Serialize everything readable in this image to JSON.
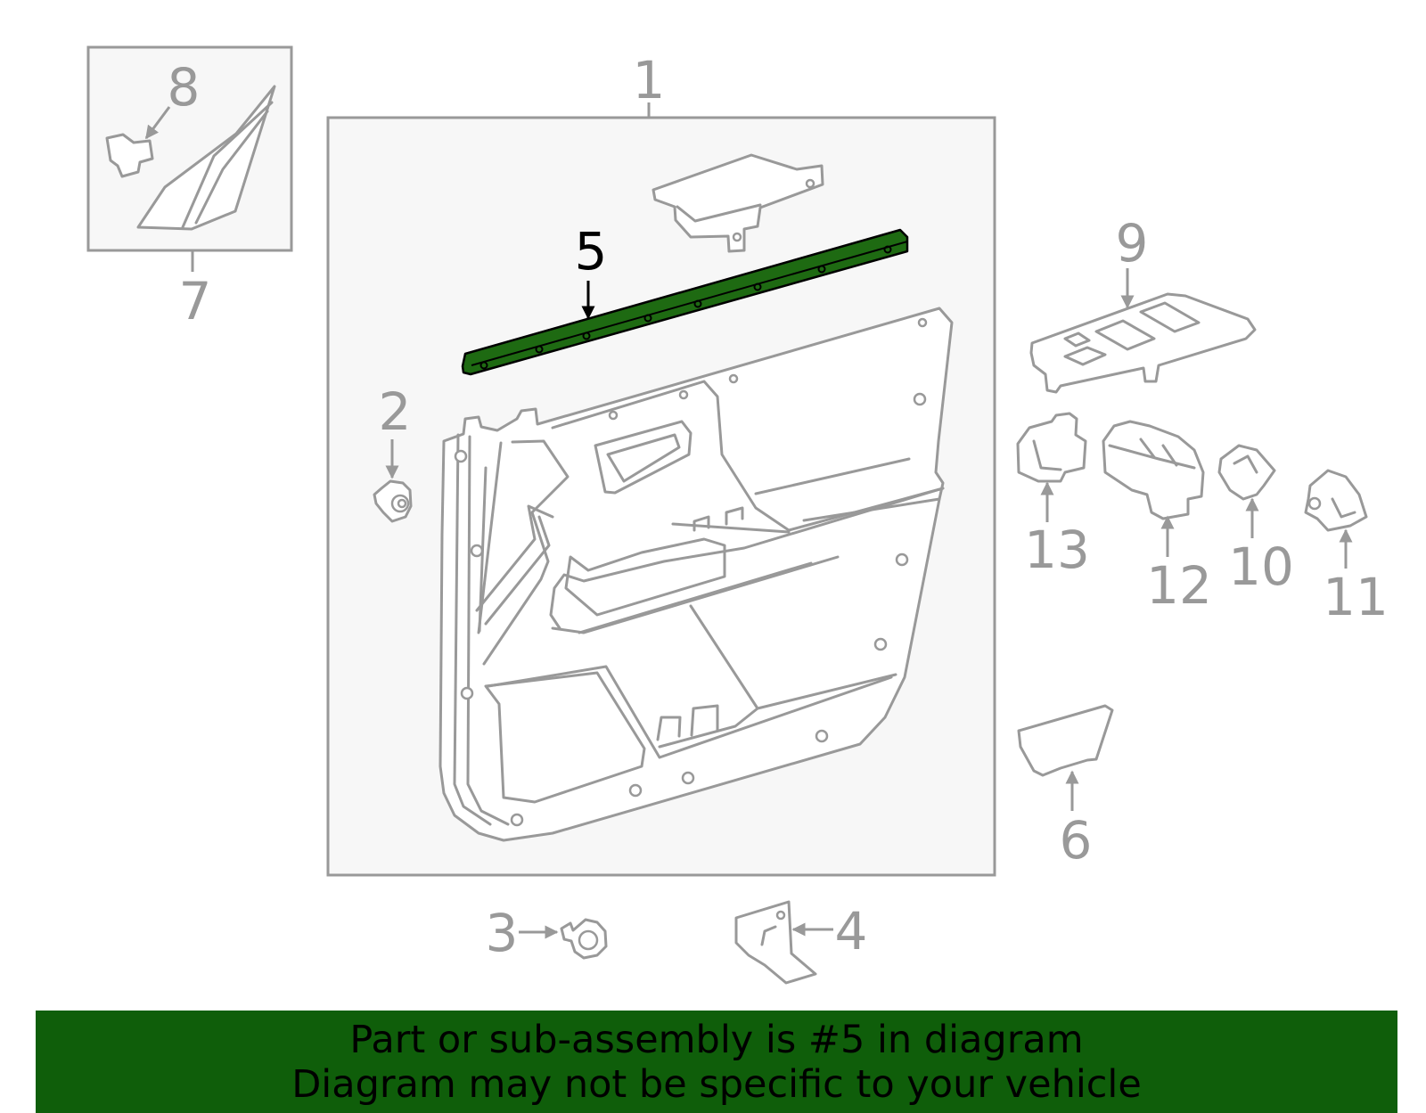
{
  "diagram": {
    "callouts": [
      "1",
      "2",
      "3",
      "4",
      "5",
      "6",
      "7",
      "8",
      "9",
      "10",
      "11",
      "12",
      "13"
    ],
    "highlighted_part": "5",
    "highlight_color": "#1e6a12",
    "banner_color": "#0f5e0a"
  },
  "banner": {
    "line1": "Part or sub-assembly is #5 in diagram",
    "line2": "Diagram may not be specific to your vehicle"
  }
}
